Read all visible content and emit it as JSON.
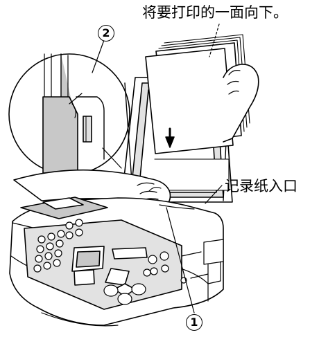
{
  "labels": {
    "face_down_instruction": "将要打印的一面向下。",
    "paper_entrance": "记录纸入口"
  },
  "callouts": {
    "one": "1",
    "two": "2"
  },
  "colors": {
    "line": "#000000",
    "shade": "#c8c8c8",
    "light_shade": "#e2e2e2",
    "background": "#ffffff"
  }
}
